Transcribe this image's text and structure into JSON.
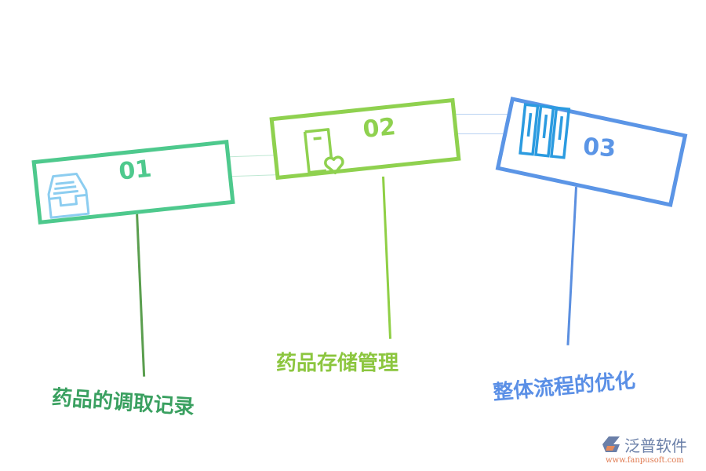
{
  "steps": [
    {
      "number": "01",
      "label": "药品的调取记录",
      "icon": "inbox-tray-icon",
      "color": "#4ec98d",
      "line_color": "#5a9e4e",
      "label_color": "#3aa060"
    },
    {
      "number": "02",
      "label": "药品存储管理",
      "icon": "phone-heart-icon",
      "color": "#8fd14f",
      "line_color": "#8fcf45",
      "label_color": "#8cc63f"
    },
    {
      "number": "03",
      "label": "整体流程的优化",
      "icon": "binders-icon",
      "color": "#5b95e6",
      "line_color": "#5b8fe0",
      "label_color": "#5a8fe6"
    }
  ],
  "logo": {
    "name": "泛普软件",
    "url": "www.fanpusoft.com"
  }
}
